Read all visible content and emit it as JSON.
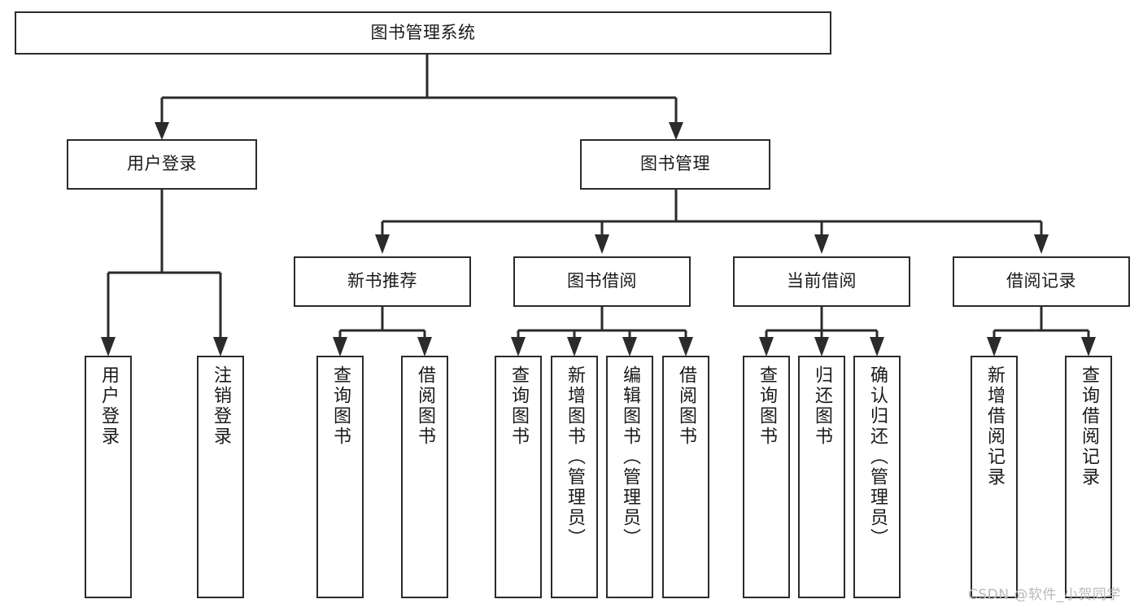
{
  "diagram": {
    "title": "图书管理系统",
    "type": "hierarchy-tree",
    "root": {
      "id": "root",
      "label": "图书管理系统"
    },
    "level1": [
      {
        "id": "user-login",
        "label": "用户登录"
      },
      {
        "id": "book-management",
        "label": "图书管理"
      }
    ],
    "level2": [
      {
        "id": "new-book-recommend",
        "label": "新书推荐",
        "parent": "book-management"
      },
      {
        "id": "book-borrow",
        "label": "图书借阅",
        "parent": "book-management"
      },
      {
        "id": "current-borrow",
        "label": "当前借阅",
        "parent": "book-management"
      },
      {
        "id": "borrow-record",
        "label": "借阅记录",
        "parent": "book-management"
      }
    ],
    "leaves": [
      {
        "id": "leaf-user-login",
        "label": "用户登录",
        "parent": "user-login"
      },
      {
        "id": "leaf-logout",
        "label": "注销登录",
        "parent": "user-login"
      },
      {
        "id": "leaf-query-book-1",
        "label": "查询图书",
        "parent": "new-book-recommend"
      },
      {
        "id": "leaf-borrow-book-1",
        "label": "借阅图书",
        "parent": "new-book-recommend"
      },
      {
        "id": "leaf-query-book-2",
        "label": "查询图书",
        "parent": "book-borrow"
      },
      {
        "id": "leaf-add-book",
        "label": "新增图书（管理员）",
        "parent": "book-borrow"
      },
      {
        "id": "leaf-edit-book",
        "label": "编辑图书（管理员）",
        "parent": "book-borrow"
      },
      {
        "id": "leaf-borrow-book-2",
        "label": "借阅图书",
        "parent": "book-borrow"
      },
      {
        "id": "leaf-query-book-3",
        "label": "查询图书",
        "parent": "current-borrow"
      },
      {
        "id": "leaf-return-book",
        "label": "归还图书",
        "parent": "current-borrow"
      },
      {
        "id": "leaf-confirm-return",
        "label": "确认归还（管理员）",
        "parent": "current-borrow"
      },
      {
        "id": "leaf-add-record",
        "label": "新增借阅记录",
        "parent": "borrow-record"
      },
      {
        "id": "leaf-query-record",
        "label": "查询借阅记录",
        "parent": "borrow-record"
      }
    ]
  },
  "watermark": {
    "text": "CSDN @软件_小贺同学"
  },
  "colors": {
    "stroke": "#2b2b2b",
    "fill": "#ffffff",
    "text": "#1a1a1a",
    "watermark": "#b9b9b9"
  }
}
